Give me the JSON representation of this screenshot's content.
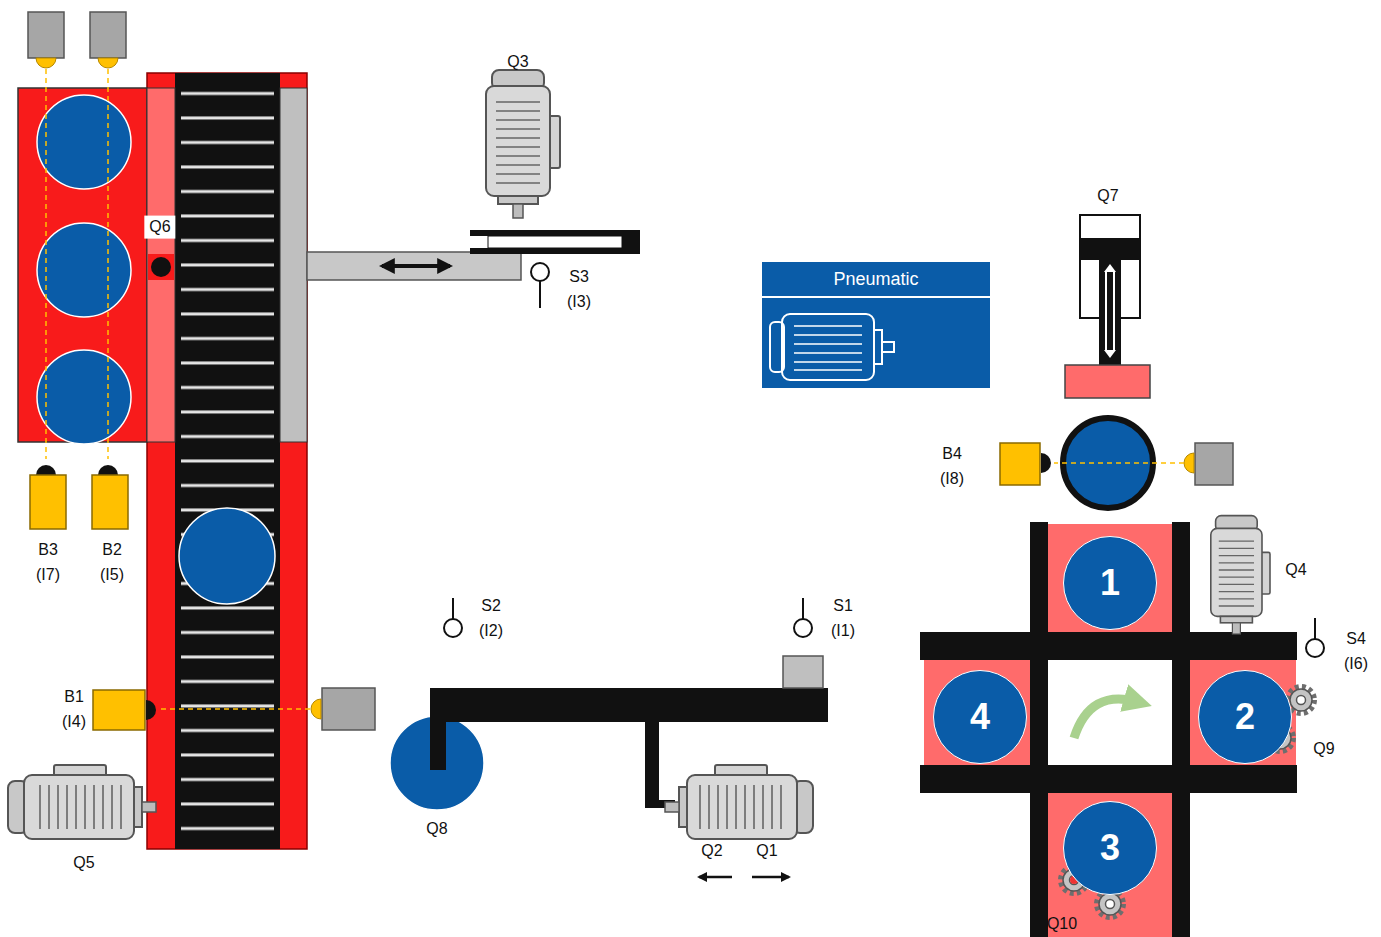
{
  "diagram": {
    "nodes": [
      {
        "text": [
          "Pneumatic"
        ]
      },
      {
        "text": [
          "1"
        ]
      },
      {
        "text": [
          "2"
        ]
      },
      {
        "text": [
          "3"
        ]
      },
      {
        "text": [
          "4"
        ]
      }
    ],
    "labels": [
      "Q3",
      "Q6",
      "S3 (I3)",
      "Q7",
      "B4 (I8)",
      "Q4",
      "S4 (I6)",
      "Q9",
      "Q10",
      "B3 (I7)",
      "B2 (I5)",
      "S2 (I2)",
      "S1 (I1)",
      "B1 (I4)",
      "Q5",
      "Q8",
      "Q2",
      "Q1"
    ]
  }
}
